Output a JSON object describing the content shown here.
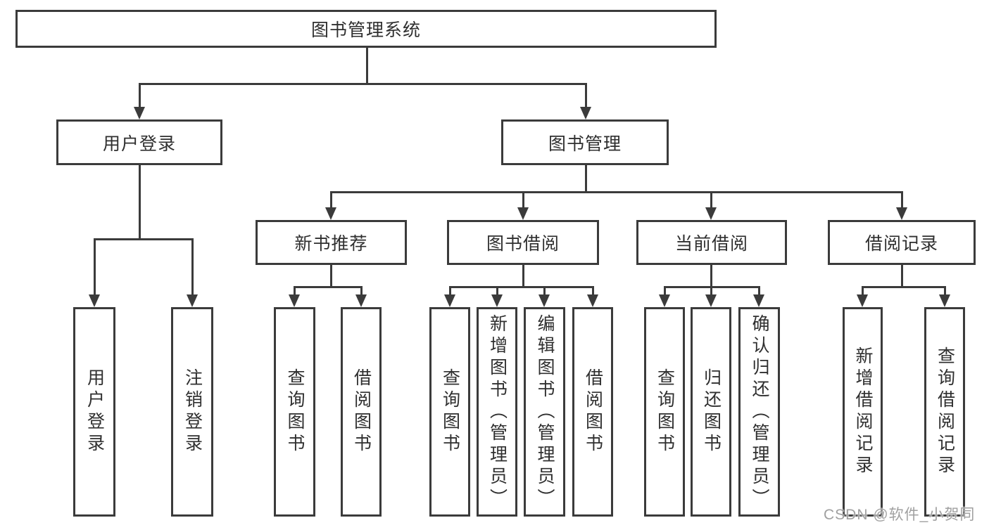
{
  "tree": {
    "label": "图书管理系统",
    "children": [
      {
        "label": "用户登录",
        "children": [
          {
            "label": "用户登录"
          },
          {
            "label": "注销登录"
          }
        ]
      },
      {
        "label": "图书管理",
        "children": [
          {
            "label": "新书推荐",
            "children": [
              {
                "label": "查询图书"
              },
              {
                "label": "借阅图书"
              }
            ]
          },
          {
            "label": "图书借阅",
            "children": [
              {
                "label": "查询图书"
              },
              {
                "label": "新增图书（管理员）"
              },
              {
                "label": "编辑图书（管理员）"
              },
              {
                "label": "借阅图书"
              }
            ]
          },
          {
            "label": "当前借阅",
            "children": [
              {
                "label": "查询图书"
              },
              {
                "label": "归还图书"
              },
              {
                "label": "确认归还（管理员）"
              }
            ]
          },
          {
            "label": "借阅记录",
            "children": [
              {
                "label": "新增借阅记录"
              },
              {
                "label": "查询借阅记录"
              }
            ]
          }
        ]
      }
    ]
  },
  "watermark": "CSDN @软件_小贺同学",
  "colors": {
    "background": "#ffffff",
    "stroke": "#3b3b3b",
    "text": "#2f2f2f",
    "watermark": "#a0a0a0"
  }
}
